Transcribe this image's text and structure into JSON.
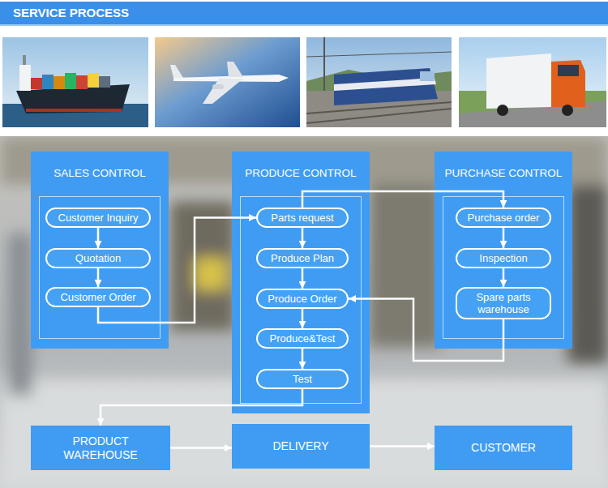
{
  "diagram": {
    "title": "SERVICE PROCESS",
    "nodes": [
      {
        "text": [
          "SALES CONTROL"
        ]
      },
      {
        "text": [
          "Customer Inquiry"
        ],
        "in": 0
      },
      {
        "text": [
          "Quotation"
        ],
        "in": 0
      },
      {
        "text": [
          "Customer Order"
        ],
        "in": 0
      },
      {
        "text": [
          "PRODUCE CONTROL"
        ]
      },
      {
        "text": [
          "Parts request"
        ],
        "in": 4
      },
      {
        "text": [
          "Produce Plan"
        ],
        "in": 4
      },
      {
        "text": [
          "Produce Order"
        ],
        "in": 4
      },
      {
        "text": [
          "Produce&Test"
        ],
        "in": 4
      },
      {
        "text": [
          "Test"
        ],
        "in": 4
      },
      {
        "text": [
          "PURCHASE CONTROL"
        ]
      },
      {
        "text": [
          "Purchase order"
        ],
        "in": 10
      },
      {
        "text": [
          "Inspection"
        ],
        "in": 10
      },
      {
        "text": [
          "Spare parts warehouse"
        ],
        "in": 10
      },
      {
        "text": [
          "PRODUCT WAREHOUSE"
        ]
      },
      {
        "text": [
          "DELIVERY"
        ]
      },
      {
        "text": [
          "CUSTOMER"
        ]
      }
    ],
    "edges": [
      {
        "from": 1,
        "to": 2,
        "arrow": "to"
      },
      {
        "from": 2,
        "to": 3,
        "arrow": "to"
      },
      {
        "from": 3,
        "to": 5,
        "arrow": "to"
      },
      {
        "from": 5,
        "to": 6,
        "arrow": "to"
      },
      {
        "from": 6,
        "to": 7,
        "arrow": "to"
      },
      {
        "from": 7,
        "to": 8,
        "arrow": "to"
      },
      {
        "from": 8,
        "to": 9,
        "arrow": "to"
      },
      {
        "from": 5,
        "to": 11,
        "arrow": "to"
      },
      {
        "from": 11,
        "to": 12,
        "arrow": "to"
      },
      {
        "from": 12,
        "to": 13,
        "arrow": "to"
      },
      {
        "from": 13,
        "to": 7,
        "arrow": "to"
      },
      {
        "from": 9,
        "to": 14,
        "arrow": "to"
      },
      {
        "from": 14,
        "to": 15,
        "arrow": "to"
      },
      {
        "from": 15,
        "to": 16,
        "arrow": "to"
      }
    ]
  }
}
